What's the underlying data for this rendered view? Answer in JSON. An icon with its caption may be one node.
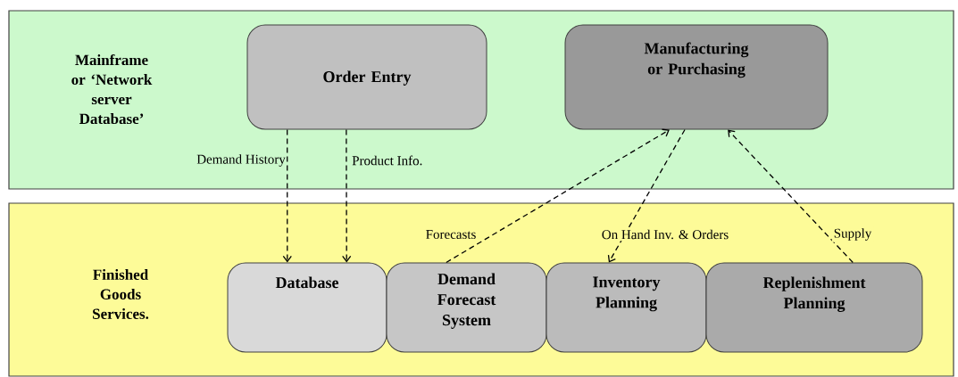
{
  "diagram": {
    "nodes": [
      {
        "text": [
          "Mainframe or ‘Network server Database’"
        ]
      },
      {
        "text": [
          "Order Entry"
        ],
        "in": 0
      },
      {
        "text": [
          "Manufacturing or Purchasing"
        ],
        "in": 0
      },
      {
        "text": [
          "Finished Goods Services."
        ]
      },
      {
        "text": [
          "Database"
        ],
        "in": 3
      },
      {
        "text": [
          "Demand Forecast System"
        ],
        "in": 3
      },
      {
        "text": [
          "Inventory Planning"
        ],
        "in": 3
      },
      {
        "text": [
          "Replenishment Planning"
        ],
        "in": 3
      }
    ],
    "edges": [
      {
        "from": 1,
        "to": 4,
        "arrow": "to",
        "style": "dashed",
        "label": "Demand History"
      },
      {
        "from": 1,
        "to": 4,
        "arrow": "to",
        "style": "dashed",
        "label": "Product Info."
      },
      {
        "from": 5,
        "to": 2,
        "arrow": "to",
        "style": "dashed",
        "label": "Forecasts"
      },
      {
        "from": 2,
        "to": 6,
        "arrow": "to",
        "style": "dashed",
        "label": "On Hand Inv. & Orders"
      },
      {
        "from": 7,
        "to": 2,
        "arrow": "to",
        "style": "dashed",
        "label": "Supply"
      }
    ]
  }
}
